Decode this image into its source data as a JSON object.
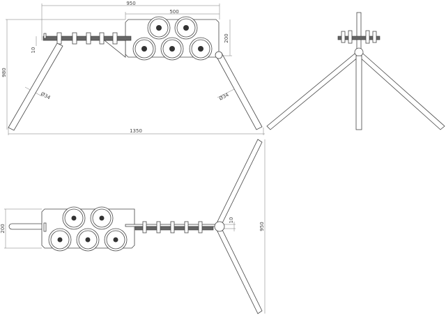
{
  "dimensions": {
    "front": {
      "width_total": "950",
      "plate_width": "500",
      "plate_height": "200",
      "bar_thickness": "10",
      "height": "980",
      "leg_diameter_left": "Ø34",
      "leg_diameter_right": "Ø34",
      "base_span": "1350"
    },
    "top": {
      "plate_height": "200",
      "bar_thickness": "10",
      "leg_span": "950"
    }
  },
  "colors": {
    "line": "#444444",
    "bar": "#666666",
    "dimension": "#777777"
  }
}
